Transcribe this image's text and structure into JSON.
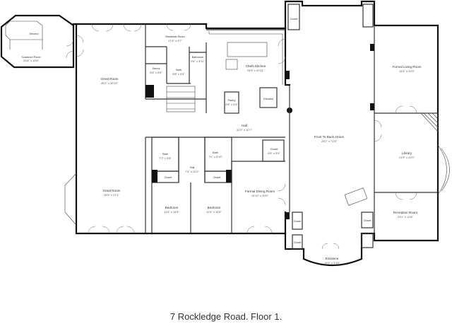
{
  "caption": "7 Rockledge Road. Floor 1.",
  "rooms": {
    "second": {
      "name": "Second",
      "dim": ""
    },
    "screened_porch": {
      "name": "Screened Porch",
      "dim": "20'6\" x 15'6\""
    },
    "great_room_top": {
      "name": "Great Room",
      "dim": "26'2\" x 32'10\""
    },
    "breakfast_room": {
      "name": "Breakfast Room",
      "dim": "17'4\" x 9'7\""
    },
    "sauna": {
      "name": "Sauna",
      "dim": "5'6\" x 6'6\""
    },
    "bath_top": {
      "name": "Bath",
      "dim": "8'8\" x 6'6\""
    },
    "bathroom": {
      "name": "Bathroom",
      "dim": "9'6\" x 5'11\""
    },
    "chefs_kitchen": {
      "name": "Chefs Kitchen",
      "dim": "24'9\" x 20'11\""
    },
    "pantry": {
      "name": "Pantry",
      "dim": "6'8\" x 5'4\""
    },
    "elevator": {
      "name": "Elevator",
      "dim": ""
    },
    "closet_top": {
      "name": "Closet",
      "dim": ""
    },
    "formal_living_room": {
      "name": "Formal Living Room",
      "dim": "19'4\" x 29'3\""
    },
    "hall_center": {
      "name": "Hall",
      "dim": "31'9\" x 10'7\""
    },
    "front_to_back_atrium": {
      "name": "Front To Back Atrium",
      "dim": "28'2\" x 71'8\""
    },
    "library": {
      "name": "Library",
      "dim": "21'9\" x 22'0\""
    },
    "bath_left": {
      "name": "Bath",
      "dim": "7'3\" x 9'8\""
    },
    "hall_small": {
      "name": "Hall",
      "dim": "7'4\" x 12'2\""
    },
    "bath_right": {
      "name": "Bath",
      "dim": "7'0\" x 9'10\""
    },
    "closet_center": {
      "name": "Closet",
      "dim": "6'6\" x 5'9\""
    },
    "closet_a": {
      "name": "Closet",
      "dim": ""
    },
    "closet_b": {
      "name": "Closet",
      "dim": ""
    },
    "great_room_bottom": {
      "name": "Great Room",
      "dim": "25'9\" x 27'1\""
    },
    "bedroom_left": {
      "name": "Bedroom",
      "dim": "11'5\" x 14'5\""
    },
    "bedroom_right": {
      "name": "Bedroom",
      "dim": "11'9\" x 14'5\""
    },
    "formal_dining_room": {
      "name": "Formal Dining Room",
      "dim": "15'10\" x 20'5\""
    },
    "reception_room": {
      "name": "Reception Room",
      "dim": "23'1\" x 10'6\""
    },
    "closet_left_entry": {
      "name": "Closet",
      "dim": ""
    },
    "closet_right_entry": {
      "name": "Closet",
      "dim": ""
    },
    "closet_bottom_left": {
      "name": "Closet",
      "dim": ""
    },
    "entrance": {
      "name": "Entrance",
      "dim": "19'2\" x 3'10\""
    }
  }
}
